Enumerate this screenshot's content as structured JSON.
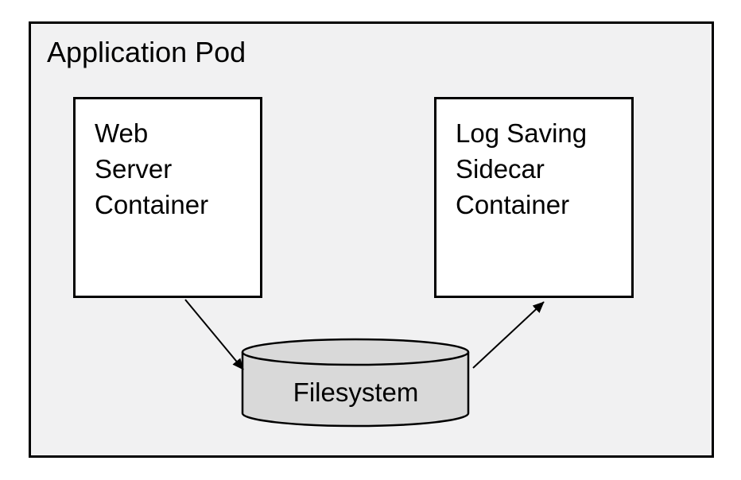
{
  "diagram": {
    "type": "architecture-diagram",
    "title": "Application Pod",
    "nodes": {
      "web_server": {
        "label": "Web\nServer\nContainer",
        "shape": "rectangle"
      },
      "sidecar": {
        "label": "Log Saving\nSidecar\nContainer",
        "shape": "rectangle"
      },
      "filesystem": {
        "label": "Filesystem",
        "shape": "cylinder"
      }
    },
    "edges": [
      {
        "from": "web_server",
        "to": "filesystem",
        "style": "arrow"
      },
      {
        "from": "filesystem",
        "to": "sidecar",
        "style": "arrow"
      }
    ],
    "colors": {
      "background": "#ffffff",
      "pod_fill": "#f1f1f2",
      "node_fill": "#ffffff",
      "cylinder_fill": "#d9d9d9",
      "border": "#000000",
      "text": "#000000"
    }
  }
}
